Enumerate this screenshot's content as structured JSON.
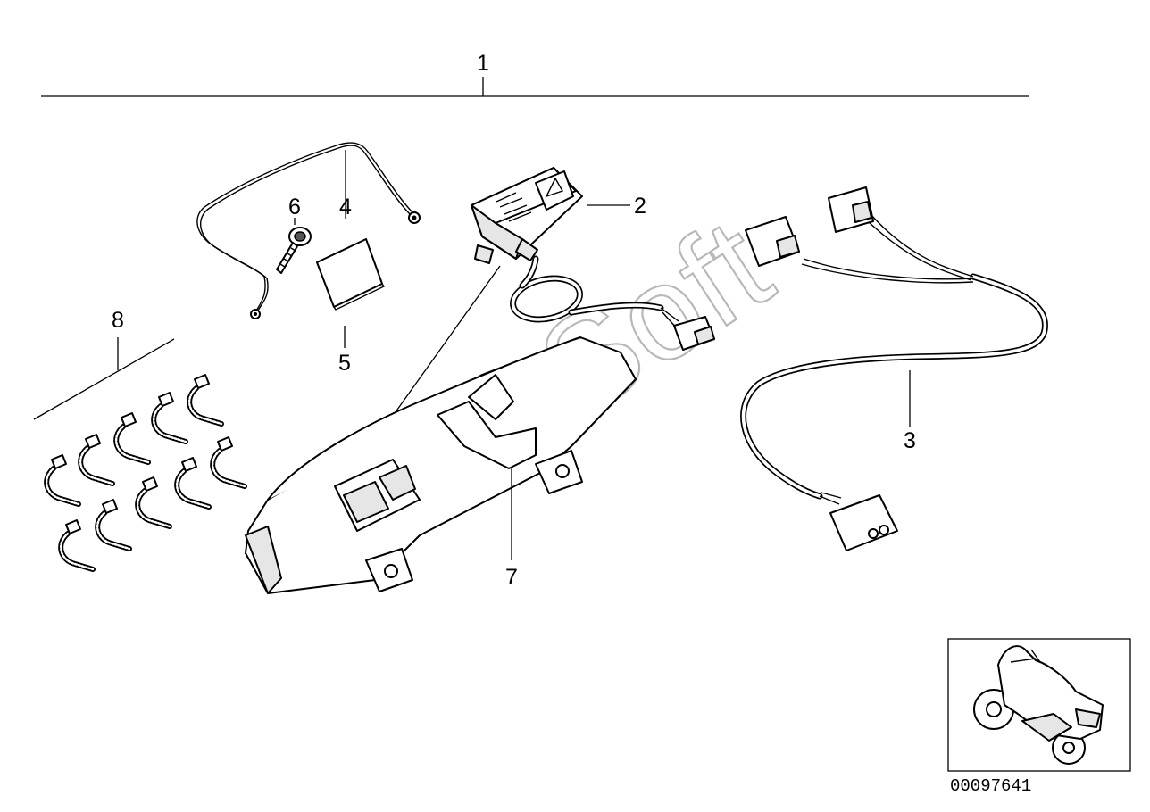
{
  "labels": {
    "p1": "1",
    "p2": "2",
    "p3": "3",
    "p4": "4",
    "p5": "5",
    "p6": "6",
    "p7": "7",
    "p8": "8"
  },
  "watermark": "AutoSoft",
  "diagram_code": "00097641",
  "colors": {
    "ink": "#000000",
    "watermark": "#b8b8b8",
    "background": "#ffffff"
  }
}
